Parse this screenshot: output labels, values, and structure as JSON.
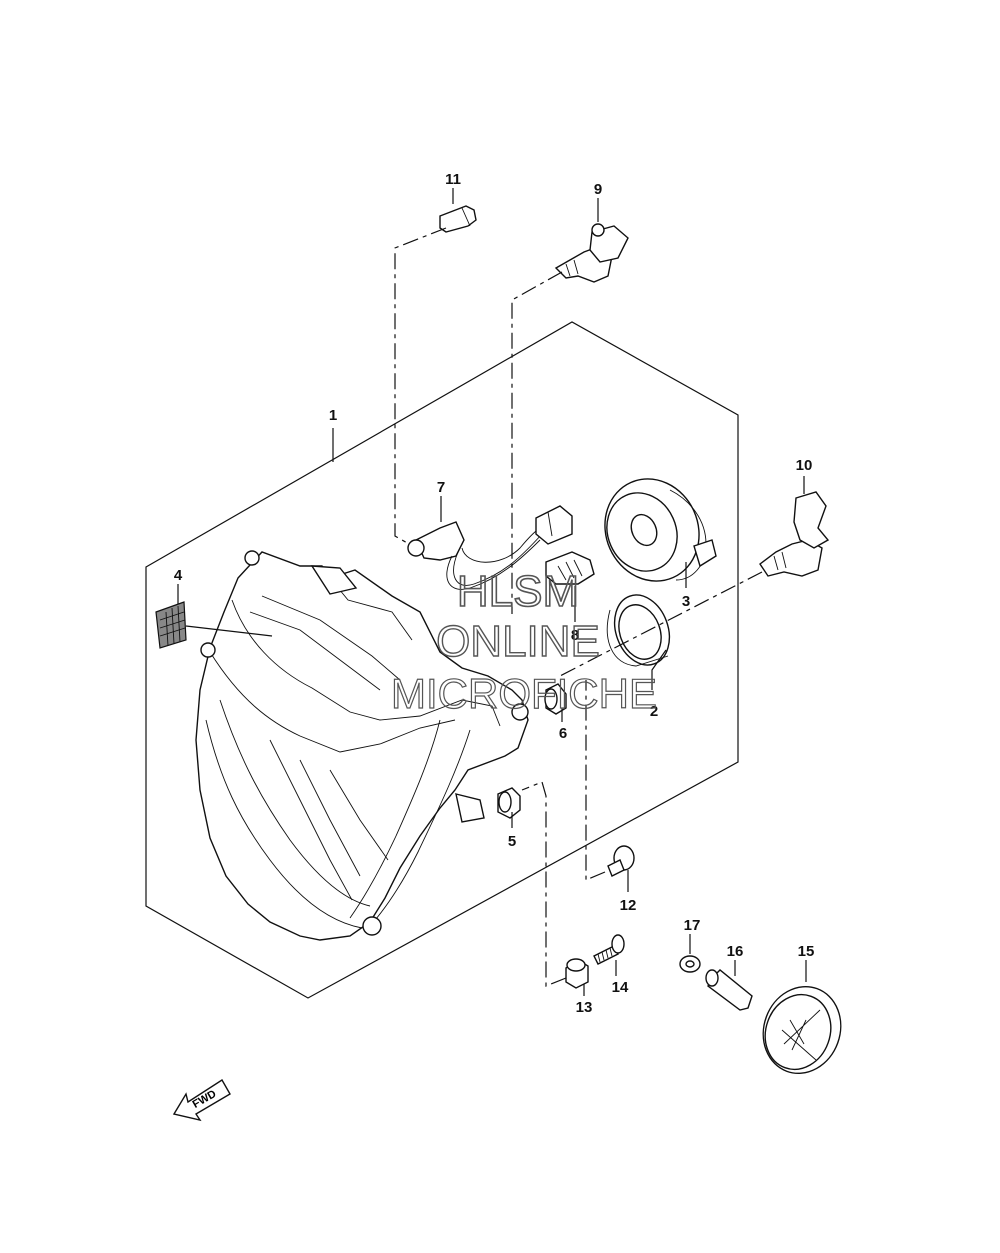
{
  "callouts": {
    "p1": "1",
    "p2": "2",
    "p3": "3",
    "p4": "4",
    "p5": "5",
    "p6": "6",
    "p7": "7",
    "p8": "8",
    "p9": "9",
    "p10": "10",
    "p11": "11",
    "p12": "12",
    "p13": "13",
    "p14": "14",
    "p15": "15",
    "p16": "16",
    "p17": "17"
  },
  "fwd_label": "FWD",
  "watermark": {
    "line1": "HLSM",
    "line2": "ONLINE",
    "line3": "MICROFICHE"
  }
}
